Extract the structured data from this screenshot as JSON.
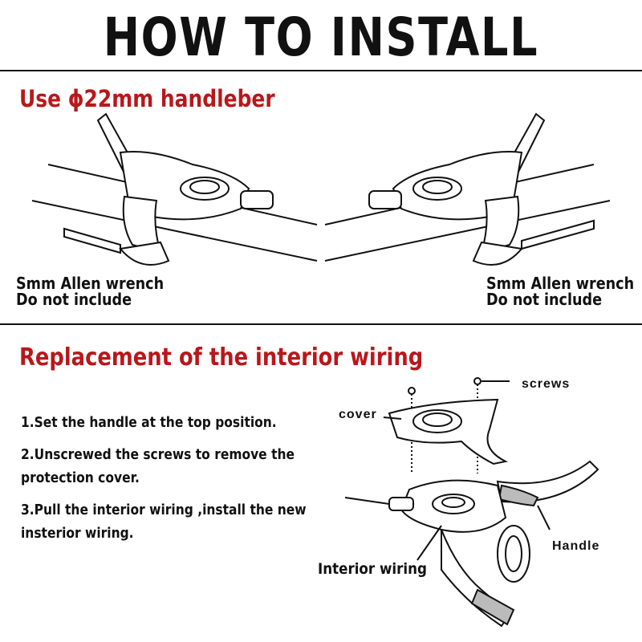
{
  "header": {
    "title": "HOW TO INSTALL"
  },
  "section1": {
    "heading": "Use ϕ22mm handleber",
    "left_note": [
      "Smm Allen wrench",
      "Do not include"
    ],
    "right_note": [
      "Smm Allen wrench",
      "Do not include"
    ]
  },
  "section2": {
    "heading": "Replacement  of the interior wiring",
    "steps": [
      "1.Set the handle at the top position.",
      "2.Unscrewed the screws to remove the",
      "protection cover.",
      "3.Pull the interior wiring ,install the new",
      "insterior wiring."
    ],
    "labels": {
      "screws": "screws",
      "cover": "cover",
      "handle": "Handle",
      "interior_wiring": "Interior wiring"
    }
  },
  "colors": {
    "heading": "#b8181b",
    "text": "#111111",
    "line": "#111111"
  }
}
